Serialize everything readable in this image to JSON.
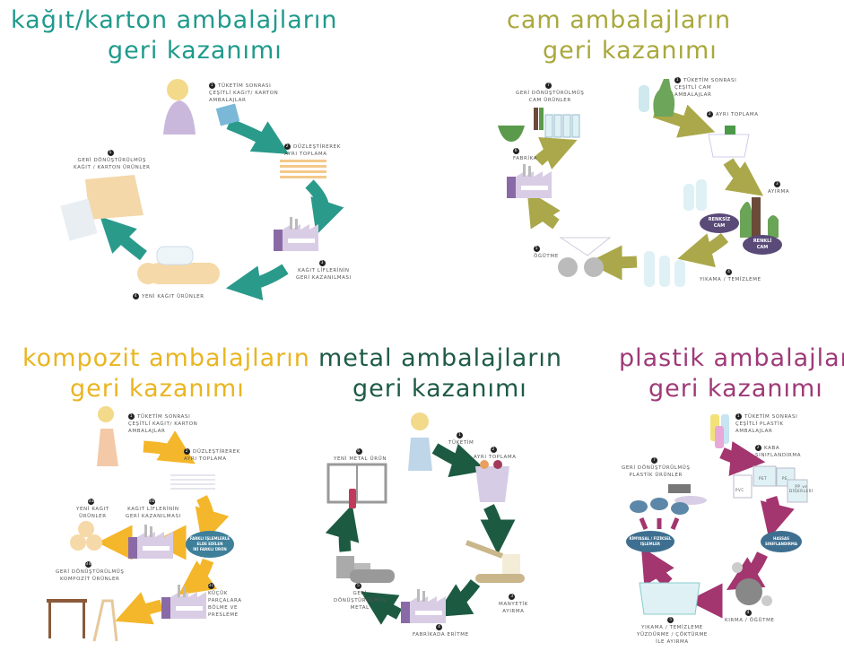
{
  "panels": {
    "kagit": {
      "title1": "kağıt/karton ambalajların",
      "title2": "geri kazanımı",
      "color": "#1f9a8c",
      "steps": [
        {
          "n": "1",
          "text": "TÜKETİM SONRASI\nÇEŞİTLİ KAĞIT/ KARTON\nAMBALAJLAR"
        },
        {
          "n": "2",
          "text": "DÜZLEŞTİREREK\nAYRI TOPLAMA"
        },
        {
          "n": "3",
          "text": "KAĞIT LİFLERİNİN\nGERİ KAZANILMASI"
        },
        {
          "n": "4",
          "text": "YENİ KAĞIT ÜRÜNLER"
        },
        {
          "n": "5",
          "text": "GERİ DÖNÜŞTÜRÜLMÜŞ\nKAĞIT / KARTON ÜRÜNLER"
        }
      ]
    },
    "cam": {
      "title1": "cam ambalajların",
      "title2": "geri kazanımı",
      "color": "#a9a83c",
      "steps": [
        {
          "n": "1",
          "text": "TÜKETİM SONRASI\nÇEŞİTLİ CAM\nAMBALAJLAR"
        },
        {
          "n": "2",
          "text": "AYRI TOPLAMA"
        },
        {
          "n": "3",
          "text": "AYIRMA"
        },
        {
          "n": "4",
          "text": "YIKAMA / TEMİZLEME"
        },
        {
          "n": "5",
          "text": "ÖĞÜTME"
        },
        {
          "n": "6",
          "text": "FABRİKA"
        },
        {
          "n": "7",
          "text": "GERİ DÖNÜŞTÜRÜLMÜŞ\nCAM ÜRÜNLER"
        }
      ],
      "badges": [
        "RENKSİZ\nCAM",
        "RENKLİ\nCAM"
      ]
    },
    "kompozit": {
      "title1": "kompozit ambalajların",
      "title2": "geri kazanımı",
      "color": "#e9b521",
      "steps": [
        {
          "n": "1",
          "text": "TÜKETİM SONRASI\nÇEŞİTLİ KAĞIT/ KARTON\nAMBALAJLAR"
        },
        {
          "n": "2",
          "text": "DÜZLEŞTİREREK\nAYRI TOPLAMA"
        },
        {
          "n": "3a",
          "text": "YENİ KAĞIT\nÜRÜNLER"
        },
        {
          "n": "3b",
          "text": "KAĞIT LİFLERİNİN\nGERİ KAZANILMASI"
        },
        {
          "n": "3c",
          "text": "KÜÇÜK\nPARÇALARA\nBÖLME VE\nPRESLEME"
        },
        {
          "n": "3d",
          "text": "GERİ DÖNÜŞTÜRÜLMÜŞ\nKOMPOZİT ÜRÜNLER"
        }
      ],
      "center": "FARKLI İŞLEMLERLE\nELDE EDİLEN\nİKİ FARKLI ÜRÜN"
    },
    "metal": {
      "title1": "metal ambalajların",
      "title2": "geri kazanımı",
      "color": "#1e5b45",
      "steps": [
        {
          "n": "1",
          "text": "TÜKETİM"
        },
        {
          "n": "2",
          "text": "AYRI TOPLAMA"
        },
        {
          "n": "3",
          "text": "MANYETİK\nAYIRMA"
        },
        {
          "n": "4",
          "text": "FABRİKADA ERİTME"
        },
        {
          "n": "5",
          "text": "GERİ\nDÖNÜŞTÜRÜLMÜŞ\nMETAL"
        },
        {
          "n": "6",
          "text": "YENİ METAL ÜRÜN"
        }
      ]
    },
    "plastik": {
      "title1": "plastik ambalajların",
      "title2": "geri kazanımı",
      "color": "#9e3a78",
      "steps": [
        {
          "n": "1",
          "text": "TÜKETİM SONRASI\nÇEŞİTLİ PLASTİK\nAMBALAJLAR"
        },
        {
          "n": "2",
          "text": "KABA\nSINIFLANDIRMA"
        },
        {
          "n": "4",
          "text": "KIRMA / ÖĞÜTME"
        },
        {
          "n": "5",
          "text": "YIKAMA / TEMİZLEME\nYÜZDÜRME / ÇÖKTÜRME\nİLE AYIRMA"
        },
        {
          "n": "7",
          "text": "GERİ DÖNÜŞTÜRÜLMÜŞ\nPLASTİK ÜRÜNLER"
        }
      ],
      "fine_sort": "HASSAS\nSINIFLANDIRMA",
      "chem": "KİMYASAL / FİZİKSEL\nİŞLEMLER",
      "bins": [
        "PVC",
        "PET",
        "PE",
        "PP ve\nDİĞERLERİ"
      ]
    }
  }
}
